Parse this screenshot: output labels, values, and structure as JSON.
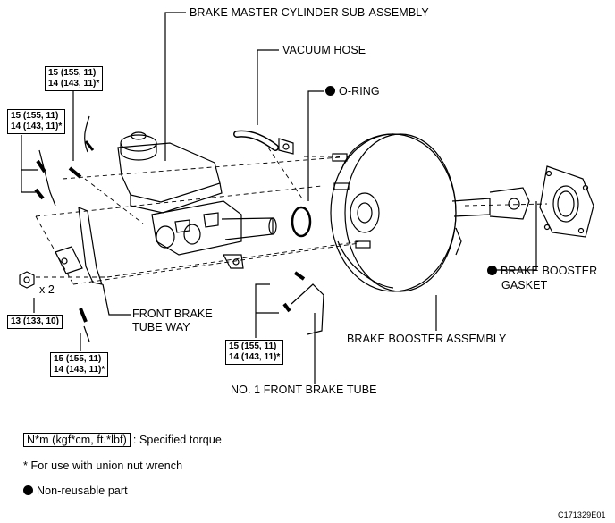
{
  "labels": {
    "master_cylinder": "BRAKE MASTER CYLINDER SUB-ASSEMBLY",
    "vacuum_hose": "VACUUM HOSE",
    "o_ring": "O-RING",
    "booster_gasket_line1": "BRAKE BOOSTER",
    "booster_gasket_line2": "GASKET",
    "booster_assembly": "BRAKE BOOSTER ASSEMBLY",
    "front_brake_tube_way_line1": "FRONT BRAKE",
    "front_brake_tube_way_line2": "TUBE WAY",
    "no1_front_brake_tube": "NO. 1 FRONT BRAKE TUBE",
    "nut_count": "x 2"
  },
  "torques": {
    "upper_left_a": {
      "line1": "15 (155, 11)",
      "line2": "14 (143, 11)*"
    },
    "upper_left_b": {
      "line1": "15 (155, 11)",
      "line2": "14 (143, 11)*"
    },
    "nut": {
      "line1": "13 (133, 10)"
    },
    "lower_left": {
      "line1": "15 (155, 11)",
      "line2": "14 (143, 11)*"
    },
    "center": {
      "line1": "15 (155, 11)",
      "line2": "14 (143, 11)*"
    }
  },
  "legend": {
    "unit_box": "N*m (kgf*cm, ft.*lbf)",
    "unit_desc": ": Specified torque",
    "wrench_note": "* For use with union nut wrench",
    "non_reusable": "Non-reusable part"
  },
  "figure_code": "C171329E01"
}
